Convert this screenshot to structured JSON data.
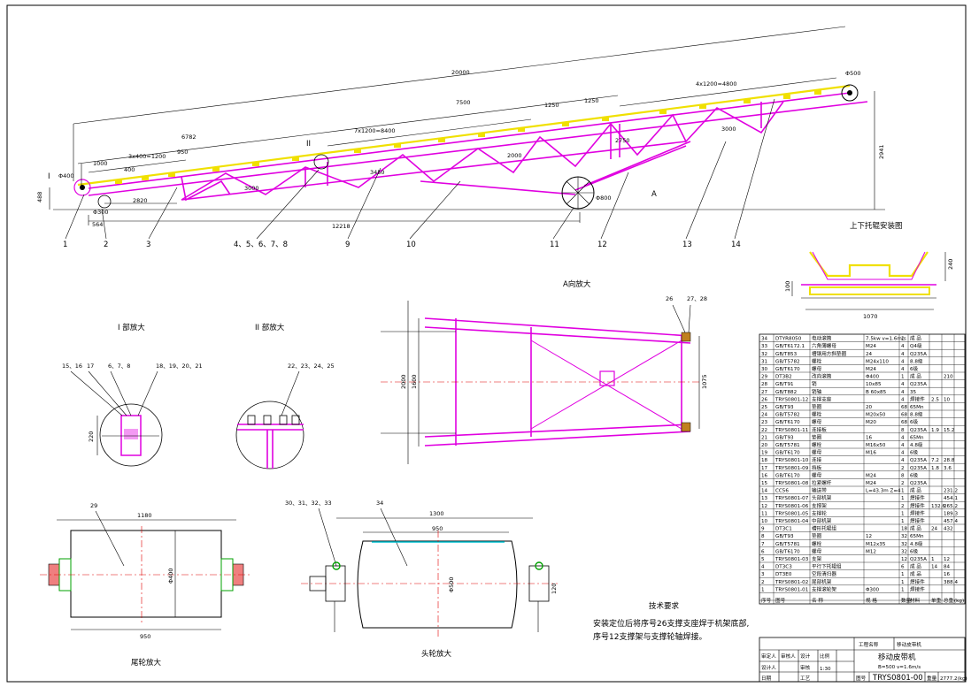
{
  "main_view": {
    "dims": {
      "total_length": "20000",
      "span_6782": "6782",
      "span_7500": "7500",
      "span_1250a": "1250",
      "span_1250b": "1250",
      "span_4x1200": "4x1200=4800",
      "span_1000": "1000",
      "span_3x400": "3x400=1200",
      "span_950": "950",
      "span_400": "400",
      "span_7x1200": "7x1200=8400",
      "span_2750": "2750",
      "base_12218": "12218",
      "base_2820": "2820",
      "base_564": "564",
      "height_488": "488",
      "height_2941": "2941",
      "diag_3000a": "3000",
      "diag_3450": "3450",
      "diag_2000": "2000",
      "diag_3000b": "3000",
      "tail_phi": "Φ400",
      "head_phi": "Φ500",
      "wheel_phi": "Φ800",
      "support_phi": "Φ300"
    },
    "labels": {
      "mark_I": "I",
      "mark_II": "II",
      "view_A": "A"
    },
    "callouts": [
      "1",
      "2",
      "3",
      "4、5、6、7、8",
      "9",
      "10",
      "11",
      "12",
      "13",
      "14"
    ]
  },
  "idler_view": {
    "title": "上下托辊安装图",
    "width": "1070",
    "height": "240",
    "height_small": "100"
  },
  "detail_I": {
    "title": "I 部放大",
    "callouts": [
      "15、16",
      "17",
      "6、7、8",
      "18、19、20、21"
    ],
    "dim": "220"
  },
  "detail_II": {
    "title": "II 部放大",
    "callouts": [
      "22、23、24、25"
    ]
  },
  "view_A": {
    "title": "A向放大",
    "callouts": [
      "26",
      "27、28"
    ],
    "dims": [
      "2000",
      "1600",
      "1075"
    ]
  },
  "tail_wheel": {
    "title": "尾轮放大",
    "callout": "29",
    "dim_top": "1180",
    "dim_bottom": "950",
    "dia": "Φ400"
  },
  "head_wheel": {
    "title": "头轮放大",
    "callouts": [
      "30、31、32、33",
      "34"
    ],
    "dim_top": "1300",
    "dim_inner": "950",
    "dia": "Φ500",
    "side": "120"
  },
  "notes": {
    "title": "技术要求",
    "line1": "安装定位后将序号26支撑支座焊于机架底部,",
    "line2": "序号12支撑架与支撑轮轴焊接。"
  },
  "bom": {
    "rows": [
      [
        "34",
        "DTYR8050",
        "电动滚筒",
        "7.5kw v=1.6m/s",
        "1",
        "成 品",
        "",
        ""
      ],
      [
        "33",
        "GB/T6172.1",
        "六角薄螺母",
        "M24",
        "4",
        "Q4级",
        "",
        ""
      ],
      [
        "32",
        "GB/T853",
        "槽钢用方斜垫圈",
        "24",
        "4",
        "Q235A",
        "",
        ""
      ],
      [
        "31",
        "GB/T5782",
        "螺栓",
        "M24x110",
        "4",
        "8.8级",
        "",
        ""
      ],
      [
        "30",
        "GB/T6170",
        "螺母",
        "M24",
        "4",
        "6级",
        "",
        ""
      ],
      [
        "29",
        "DT3B2",
        "改向滚筒",
        "Φ400",
        "1",
        "成 品",
        "",
        "210"
      ],
      [
        "28",
        "GB/T91",
        "销",
        "10x85",
        "4",
        "Q235A",
        "",
        ""
      ],
      [
        "27",
        "GB/T882",
        "销轴",
        "B 60x85",
        "4",
        "35",
        "",
        ""
      ],
      [
        "26",
        "TRYS0801-12",
        "支撑支座",
        "",
        "4",
        "焊接件",
        "2.5",
        "10"
      ],
      [
        "25",
        "GB/T93",
        "垫圈",
        "20",
        "68",
        "65Mn",
        "",
        ""
      ],
      [
        "24",
        "GB/T5782",
        "螺栓",
        "M20x50",
        "68",
        "8.8级",
        "",
        ""
      ],
      [
        "23",
        "GB/T6170",
        "螺母",
        "M20",
        "68",
        "6级",
        "",
        ""
      ],
      [
        "22",
        "TRYS0801-11",
        "连接板",
        "",
        "8",
        "Q235A",
        "1.9",
        "15.2"
      ],
      [
        "21",
        "GB/T93",
        "垫圈",
        "16",
        "4",
        "65Mn",
        "",
        ""
      ],
      [
        "20",
        "GB/T5781",
        "螺栓",
        "M16x50",
        "4",
        "4.8级",
        "",
        ""
      ],
      [
        "19",
        "GB/T6170",
        "螺母",
        "M16",
        "4",
        "6级",
        "",
        ""
      ],
      [
        "18",
        "TRYS0801-10",
        "连接",
        "",
        "4",
        "Q235A",
        "7.2",
        "28.8"
      ],
      [
        "17",
        "TRYS0801-09",
        "挡板",
        "",
        "2",
        "Q235A",
        "1.8",
        "3.6"
      ],
      [
        "16",
        "GB/T6170",
        "螺母",
        "M24",
        "8",
        "6级",
        "",
        ""
      ],
      [
        "15",
        "TRYS0801-08",
        "拉紧螺杆",
        "M24",
        "2",
        "Q235A",
        "",
        ""
      ],
      [
        "14",
        "CC56",
        "输送带",
        "L=43.3m Z=4",
        "1",
        "成 品",
        "",
        "231.2"
      ],
      [
        "13",
        "TRYS0801-07",
        "头部机架",
        "",
        "1",
        "焊接件",
        "",
        "454.1"
      ],
      [
        "12",
        "TRYS0801-06",
        "支撑架",
        "",
        "2",
        "焊接件",
        "132.6",
        "265.2"
      ],
      [
        "11",
        "TRYS0801-05",
        "支撑轮",
        "",
        "1",
        "焊接件",
        "",
        "189.3"
      ],
      [
        "10",
        "TRYS0801-04",
        "中部机架",
        "",
        "1",
        "焊接件",
        "",
        "457.4"
      ],
      [
        "9",
        "DT3C1",
        "槽形托辊组",
        "",
        "18",
        "成 品",
        "24",
        "432"
      ],
      [
        "8",
        "GB/T93",
        "垫圈",
        "12",
        "32",
        "65Mn",
        "",
        ""
      ],
      [
        "7",
        "GB/T5781",
        "螺栓",
        "M12x35",
        "32",
        "4.8级",
        "",
        ""
      ],
      [
        "6",
        "GB/T6170",
        "螺母",
        "M12",
        "32",
        "6级",
        "",
        ""
      ],
      [
        "5",
        "TRYS0801-03",
        "支架",
        "",
        "12",
        "Q235A",
        "1",
        "12"
      ],
      [
        "4",
        "DT3C3",
        "平行下托辊组",
        "",
        "6",
        "成 品",
        "14",
        "84"
      ],
      [
        "3",
        "DT3E0",
        "空段清扫器",
        "",
        "1",
        "成 品",
        "",
        "16"
      ],
      [
        "2",
        "TRYS0801-02",
        "尾部机架",
        "",
        "1",
        "焊接件",
        "",
        "388.4"
      ],
      [
        "1",
        "TRYS0801-01",
        "支撑滚轮架",
        "Φ300",
        "1",
        "焊接件",
        "",
        ""
      ]
    ],
    "header": [
      "序号",
      "图号",
      "名 称",
      "规 格",
      "数量",
      "材料",
      "单重",
      "总重"
    ],
    "unit": "(kg)"
  },
  "title_block": {
    "project": "工程名称",
    "project_value": "移动皮带机",
    "drawing_name": "移动皮带机",
    "spec": "B=500 v=1.6m/s",
    "drawing_no": "TRYS0801-00",
    "scale": "1:30",
    "weight": "2777.2(kg)",
    "labels": [
      "审定人",
      "审核人",
      "设计人",
      "设计",
      "审核",
      "工艺",
      "日期",
      "比例",
      "图号",
      "重量"
    ]
  }
}
